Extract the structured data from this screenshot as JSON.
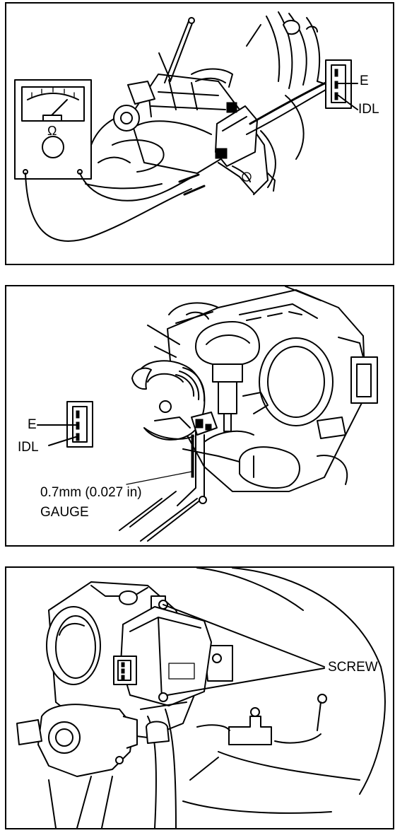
{
  "figure1": {
    "connector_labels": {
      "e": "E",
      "idl": "IDL"
    },
    "meter_symbol": "Ω"
  },
  "figure2": {
    "connector_labels": {
      "e": "E",
      "idl": "IDL"
    },
    "gauge_label": {
      "line1": "0.7mm (0.027 in)",
      "line2": "GAUGE"
    }
  },
  "figure3": {
    "screw_label": "SCREW"
  },
  "colors": {
    "ink": "#000000",
    "paper": "#ffffff"
  }
}
